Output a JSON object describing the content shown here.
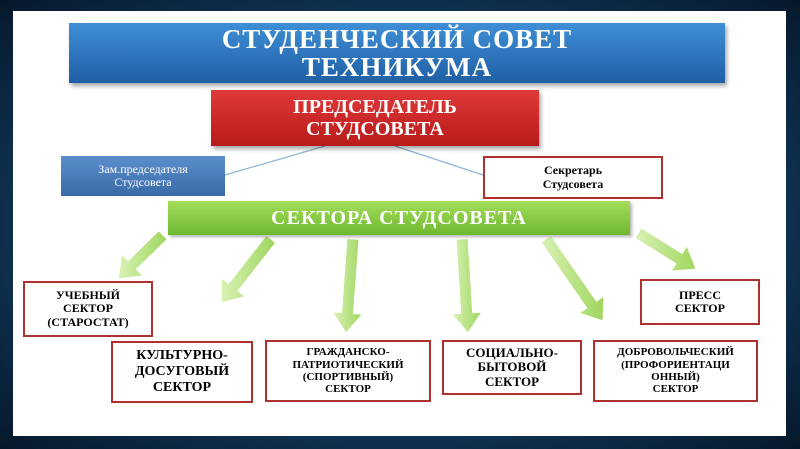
{
  "diagram": {
    "title": "СТУДЕНЧЕСКИЙ СОВЕТ\nТЕХНИКУМА",
    "chair": "ПРЕДСЕДАТЕЛЬ\nСТУДСОВЕТА",
    "deputy": "Зам.председателя\nСтудсовета",
    "secretary": "Секретарь\nСтудсовета",
    "sectors_header": "СЕКТОРА СТУДСОВЕТА",
    "sectors": [
      "УЧЕБНЫЙ\nСЕКТОР\n(СТАРОСТАТ)",
      "КУЛЬТУРНО-\nДОСУГОВЫЙ\nСЕКТОР",
      "ГРАЖДАНСКО-\nПАТРИОТИЧЕСКИЙ\n(СПОРТИВНЫЙ)\nСЕКТОР",
      "СОЦИАЛЬНО-\nБЫТОВОЙ\nСЕКТОР",
      "ДОБРОВОЛЬЧЕСКИЙ\n(ПРОФОРИЕНТАЦИ\nОННЫЙ)\nСЕКТОР",
      "ПРЕСС\nСЕКТОР"
    ]
  },
  "colors": {
    "title_fill": "#2f78c4",
    "chair_fill": "#cc2a2a",
    "deputy_fill": "#4a7fc0",
    "sectors_fill": "#86c943",
    "box_border": "#b03030",
    "arrow_fill": "#b5e47a"
  }
}
